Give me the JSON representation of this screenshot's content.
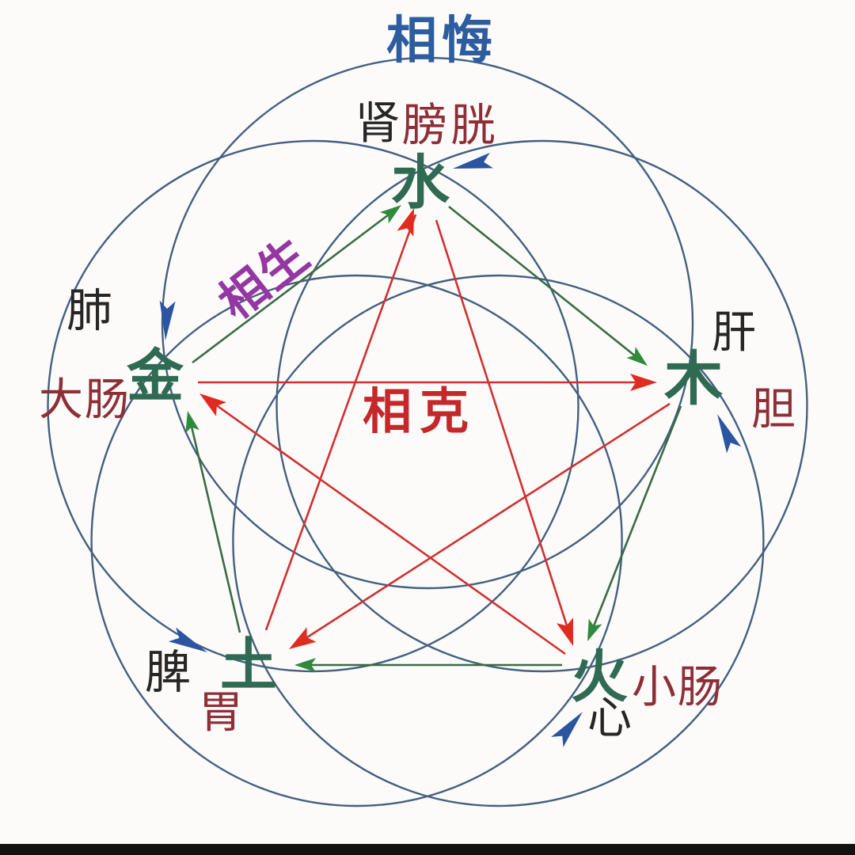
{
  "labels": {
    "hui": "相悔",
    "sheng": "相生",
    "ke": "相克"
  },
  "elements": [
    {
      "name": "water",
      "char": "水",
      "organ_black": "肾",
      "organ_red": "膀胱"
    },
    {
      "name": "wood",
      "char": "木",
      "organ_black": "肝",
      "organ_red": "胆"
    },
    {
      "name": "fire",
      "char": "火",
      "organ_black": "心",
      "organ_red": "小肠"
    },
    {
      "name": "earth",
      "char": "土",
      "organ_black": "脾",
      "organ_red": "胃"
    },
    {
      "name": "metal",
      "char": "金",
      "organ_black": "肺",
      "organ_red": "大肠"
    }
  ],
  "relationships": {
    "sheng_green_arrows": [
      "金→水",
      "水→木",
      "木→火",
      "火→土",
      "土→金"
    ],
    "ke_red_arrows": [
      "金→木",
      "木→土",
      "土→水",
      "水→火",
      "火→金"
    ],
    "wu_blue_arc_arrows": [
      "木→金",
      "金→火",
      "火→水",
      "水→土",
      "土→木"
    ]
  },
  "colors": {
    "element_green": "#2f6a52",
    "organ_black": "#262626",
    "organ_dark_red": "#8e2f38",
    "sheng_label_purple": "#9437a2",
    "ke_label_red": "#c4282b",
    "hui_label_blue": "#2d5d9e",
    "arc_blue": "#3a587a",
    "blue_dart": "#2b55a0",
    "green_line": "#3a6b45",
    "green_dart": "#2f8b3c",
    "red_line": "#d03030",
    "red_dart": "#e02b20",
    "background": "#fcfbf9",
    "bottom_bar": "#121212"
  }
}
